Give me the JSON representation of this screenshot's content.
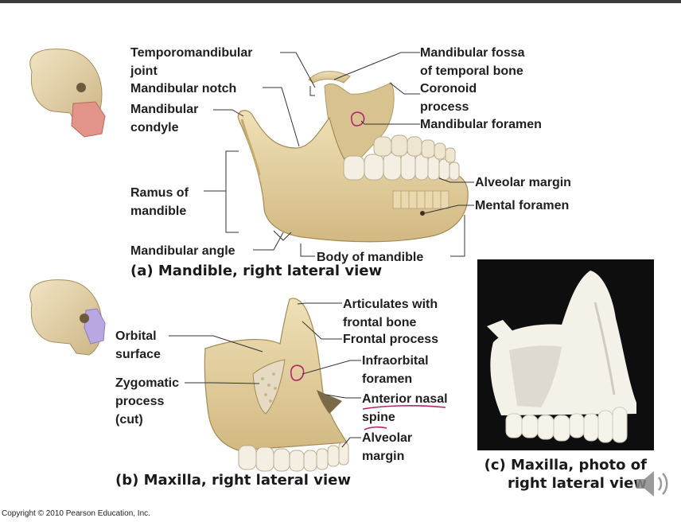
{
  "labels_a": {
    "tmj": [
      "Temporomandibular",
      "joint"
    ],
    "notch": "Mandibular notch",
    "condyle": [
      "Mandibular",
      "condyle"
    ],
    "fossa": [
      "Mandibular fossa",
      "of temporal bone"
    ],
    "coronoid": [
      "Coronoid",
      "process"
    ],
    "foramen": "Mandibular foramen",
    "alveolar": "Alveolar margin",
    "mental": "Mental foramen",
    "ramus": [
      "Ramus of",
      "mandible"
    ],
    "angle": "Mandibular angle",
    "body": "Body of mandible",
    "caption": "(a) Mandible, right lateral view"
  },
  "labels_b": {
    "orbital": [
      "Orbital",
      "surface"
    ],
    "zygomatic": [
      "Zygomatic",
      "process",
      "(cut)"
    ],
    "articulates": [
      "Articulates with",
      "frontal bone"
    ],
    "frontal": "Frontal process",
    "infraorbital": [
      "Infraorbital",
      "foramen"
    ],
    "nasal": [
      "Anterior nasal",
      "spine"
    ],
    "alveolar": [
      "Alveolar",
      "margin"
    ],
    "caption": "(b) Maxilla, right lateral view"
  },
  "labels_c": {
    "caption": [
      "(c) Maxilla, photo of",
      "right lateral view"
    ]
  },
  "copyright": "Copyright © 2010 Pearson Education, Inc.",
  "colors": {
    "bone": "#e8d7a8",
    "bone_shadow": "#c7ac72",
    "tooth": "#f4efe2",
    "highlight_jaw": "#e3948a",
    "highlight_maxilla": "#b8a7e0",
    "annotation": "#b0286a"
  }
}
